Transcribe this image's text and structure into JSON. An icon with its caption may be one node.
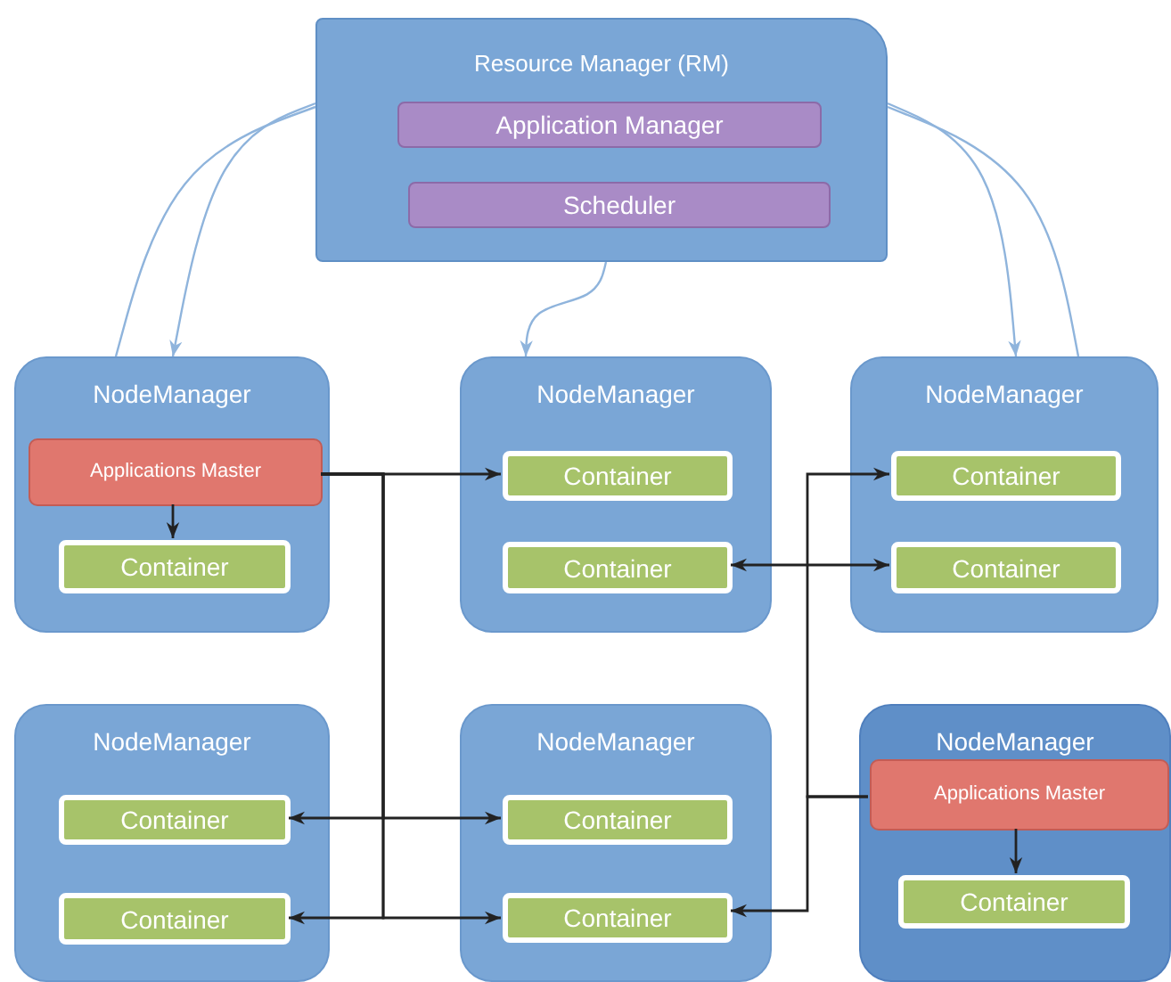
{
  "diagram": {
    "nodes": [
      {
        "text": [
          "Resource Manager  (RM)"
        ]
      },
      {
        "text": [
          "Application Manager"
        ],
        "in": 0
      },
      {
        "text": [
          "Scheduler"
        ],
        "in": 0
      },
      {
        "text": [
          "NodeManager"
        ]
      },
      {
        "text": [
          "Applications Master"
        ],
        "in": 3
      },
      {
        "text": [
          "Container"
        ],
        "in": 3
      },
      {
        "text": [
          "NodeManager"
        ]
      },
      {
        "text": [
          "Container"
        ],
        "in": 6
      },
      {
        "text": [
          "Container"
        ],
        "in": 6
      },
      {
        "text": [
          "NodeManager"
        ]
      },
      {
        "text": [
          "Container"
        ],
        "in": 9
      },
      {
        "text": [
          "Container"
        ],
        "in": 9
      },
      {
        "text": [
          "NodeManager"
        ]
      },
      {
        "text": [
          "Container"
        ],
        "in": 12
      },
      {
        "text": [
          "Container"
        ],
        "in": 12
      },
      {
        "text": [
          "NodeManager"
        ]
      },
      {
        "text": [
          "Container"
        ],
        "in": 15
      },
      {
        "text": [
          "Container"
        ],
        "in": 15
      },
      {
        "text": [
          "NodeManager"
        ]
      },
      {
        "text": [
          "Applications Master"
        ],
        "in": 18
      },
      {
        "text": [
          "Container"
        ],
        "in": 18
      }
    ],
    "edges": [
      {
        "from": 0,
        "to": 3,
        "arrow": "to",
        "color": "#8fb4dc"
      },
      {
        "from": 0,
        "to": 3,
        "arrow": "none",
        "color": "#8fb4dc"
      },
      {
        "from": 0,
        "to": 6,
        "arrow": "to",
        "color": "#8fb4dc"
      },
      {
        "from": 0,
        "to": 9,
        "arrow": "to",
        "color": "#8fb4dc"
      },
      {
        "from": 0,
        "to": 9,
        "arrow": "none",
        "color": "#8fb4dc"
      },
      {
        "from": 4,
        "to": 5,
        "arrow": "to"
      },
      {
        "from": 4,
        "to": 7,
        "arrow": "to"
      },
      {
        "from": 4,
        "to": 13,
        "arrow": "to"
      },
      {
        "from": 4,
        "to": 16,
        "arrow": "to"
      },
      {
        "from": 4,
        "to": 14,
        "arrow": "to"
      },
      {
        "from": 4,
        "to": 17,
        "arrow": "to"
      },
      {
        "from": 19,
        "to": 20,
        "arrow": "to"
      },
      {
        "from": 19,
        "to": 10,
        "arrow": "to"
      },
      {
        "from": 19,
        "to": 17,
        "arrow": "to"
      },
      {
        "from": 8,
        "to": 11,
        "arrow": "both"
      }
    ]
  }
}
